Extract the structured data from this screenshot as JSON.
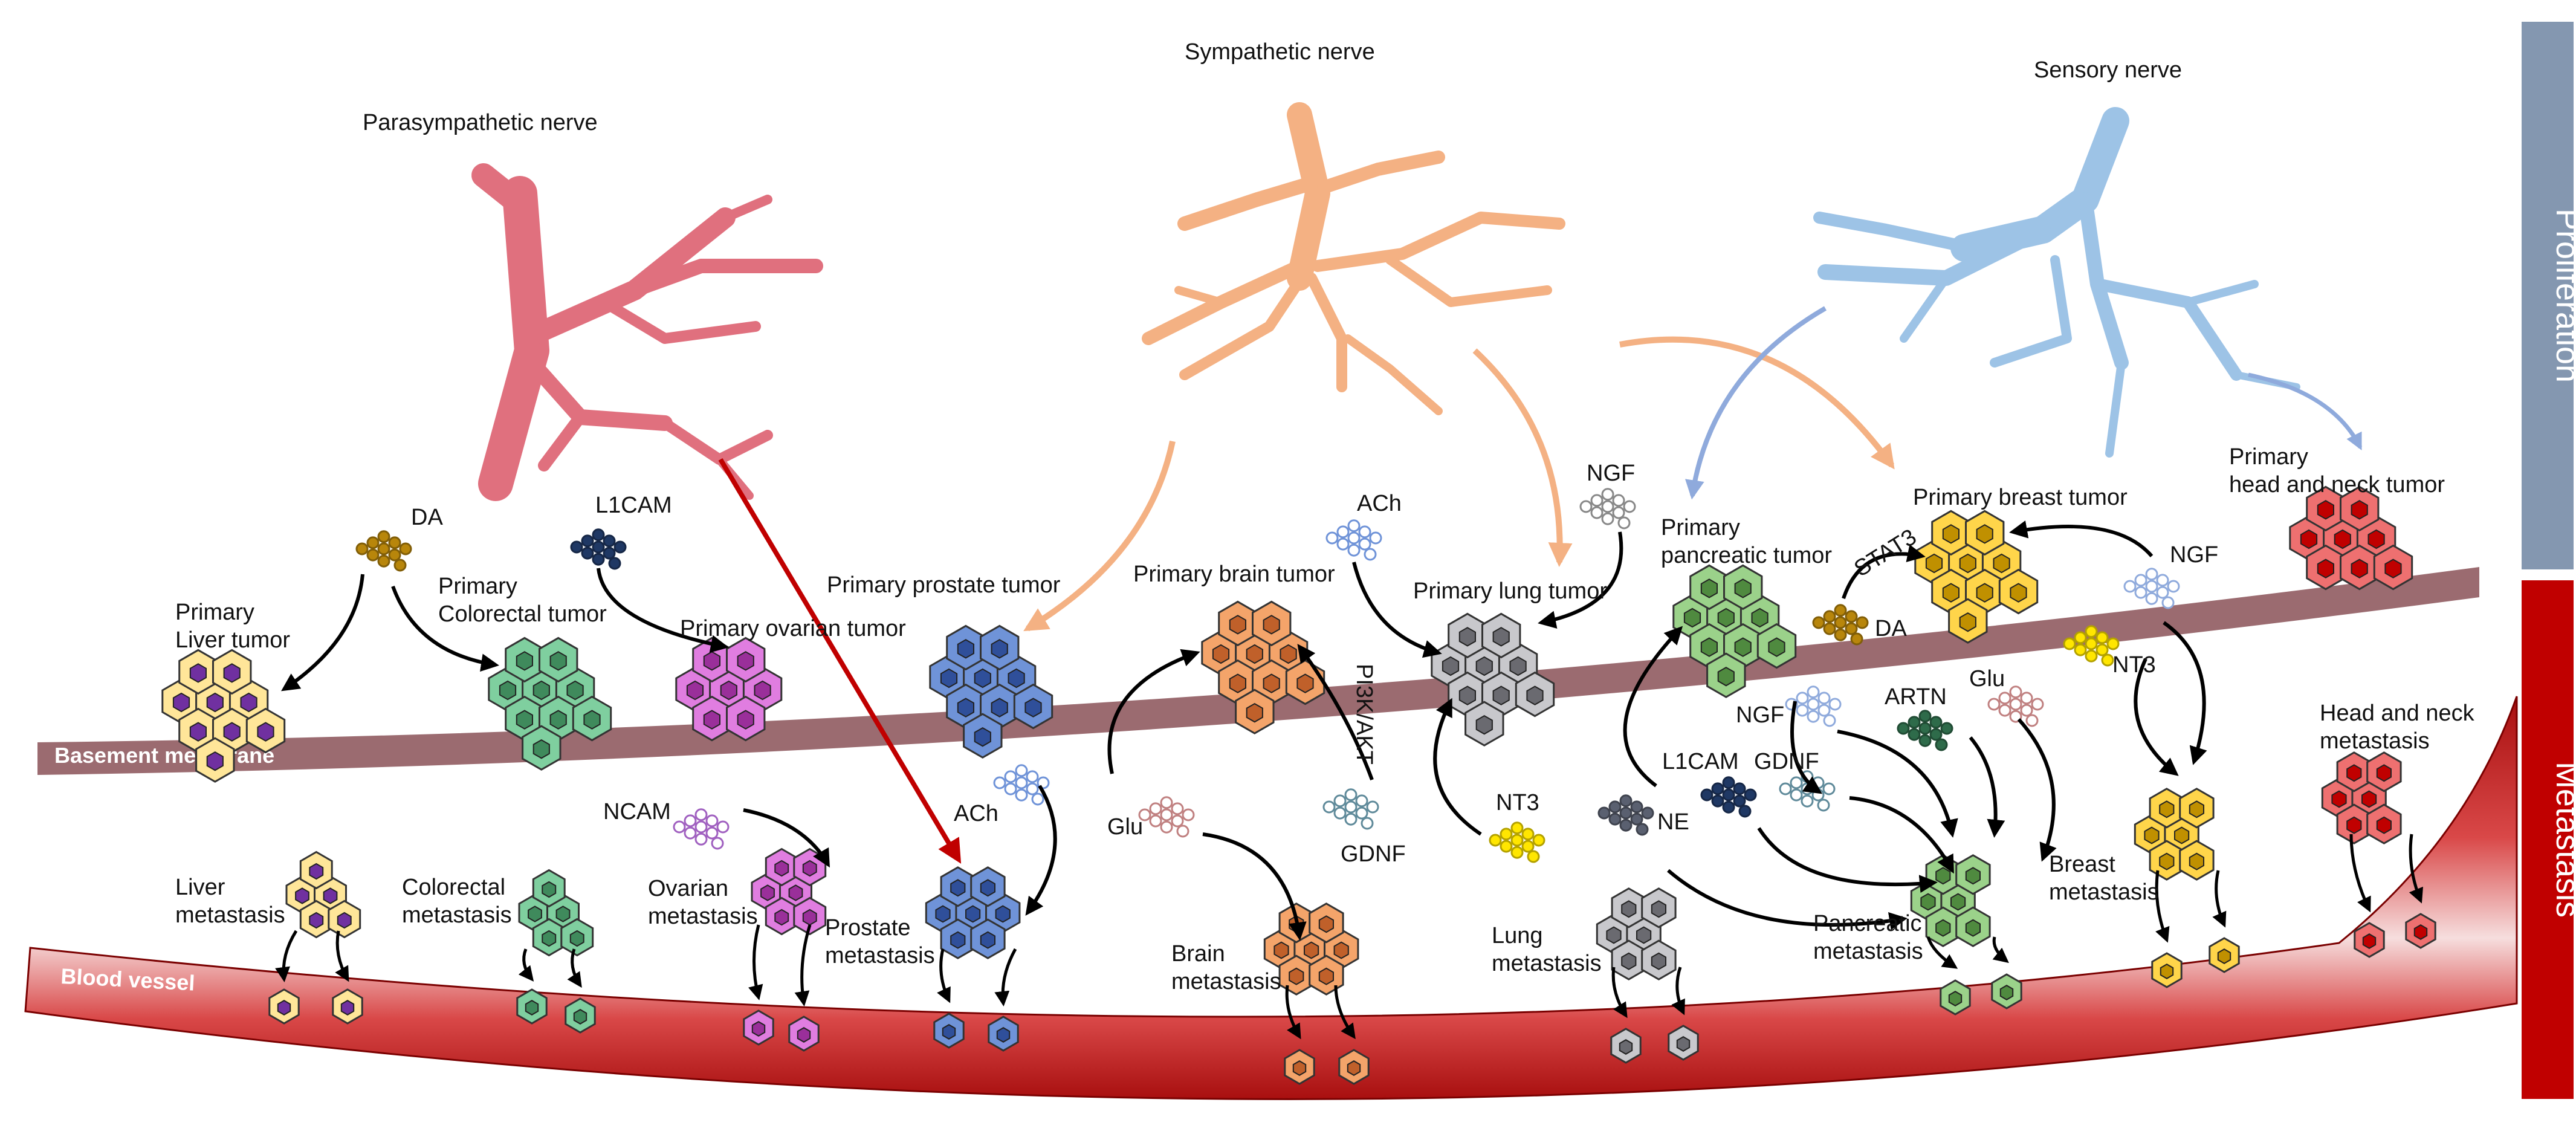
{
  "nerves": {
    "parasympathetic": "Parasympathetic nerve",
    "sympathetic": "Sympathetic nerve",
    "sensory": "Sensory nerve"
  },
  "side_labels": {
    "proliferation": "Proliferation",
    "metastasis": "Metastasis"
  },
  "structures": {
    "basement_membrane": "Basement membrane",
    "blood_vessel": "Blood vessel"
  },
  "primary_tumors": {
    "liver": [
      "Primary",
      "Liver tumor"
    ],
    "colorectal": [
      "Primary",
      "Colorectal tumor"
    ],
    "ovarian": "Primary ovarian tumor",
    "prostate": "Primary prostate tumor",
    "brain": "Primary brain tumor",
    "lung": "Primary lung tumor",
    "pancreatic": [
      "Primary",
      "pancreatic tumor"
    ],
    "breast": "Primary breast tumor",
    "head_neck": [
      "Primary",
      "head and neck tumor"
    ]
  },
  "metastases": {
    "liver": [
      "Liver",
      "metastasis"
    ],
    "colorectal": [
      "Colorectal",
      "metastasis"
    ],
    "ovarian": [
      "Ovarian",
      "metastasis"
    ],
    "prostate": [
      "Prostate",
      "metastasis"
    ],
    "brain": [
      "Brain",
      "metastasis"
    ],
    "lung": [
      "Lung",
      "metastasis"
    ],
    "pancreatic": [
      "Pancreatic",
      "metastasis"
    ],
    "breast": [
      "Breast",
      "metastasis"
    ],
    "head_neck": [
      "Head and neck",
      "metastasis"
    ]
  },
  "factors": {
    "da_left": "DA",
    "l1cam_top": "L1CAM",
    "ach_top": "ACh",
    "ngf_lung": "NGF",
    "stat3": "STAT3",
    "da_right": "DA",
    "ngf_breast": "NGF",
    "nt3_breast": "NT3",
    "pi3k_akt": "PI3K/AKT",
    "gdnf_brain": "GDNF",
    "nt3_lung": "NT3",
    "ncam": "NCAM",
    "ach_prostate": "ACh",
    "glu_brain": "Glu",
    "ngf_panc": "NGF",
    "artn": "ARTN",
    "glu_panc": "Glu",
    "l1cam_panc": "L1CAM",
    "gdnf_panc": "GDNF",
    "ne": "NE"
  },
  "colors": {
    "parasympathetic": "#e0707e",
    "sympathetic": "#f4b183",
    "sensory": "#9dc3e6",
    "proliferation_bar": "#8497b0",
    "metastasis_bar": "#c00000",
    "membrane": "#9b6b70",
    "vessel": "#c71a1a",
    "liver_cell": "#ffe699",
    "liver_nucleus": "#7030a0",
    "colorectal_cell": "#7fcf9f",
    "ovarian_cell": "#e07de0",
    "prostate_cell": "#6f93d8",
    "brain_cell": "#f4a46a",
    "lung_cell": "#c8c8cc",
    "pancreatic_cell": "#9bd28a",
    "breast_cell": "#ffd54a",
    "head_neck_cell": "#ee7070"
  }
}
